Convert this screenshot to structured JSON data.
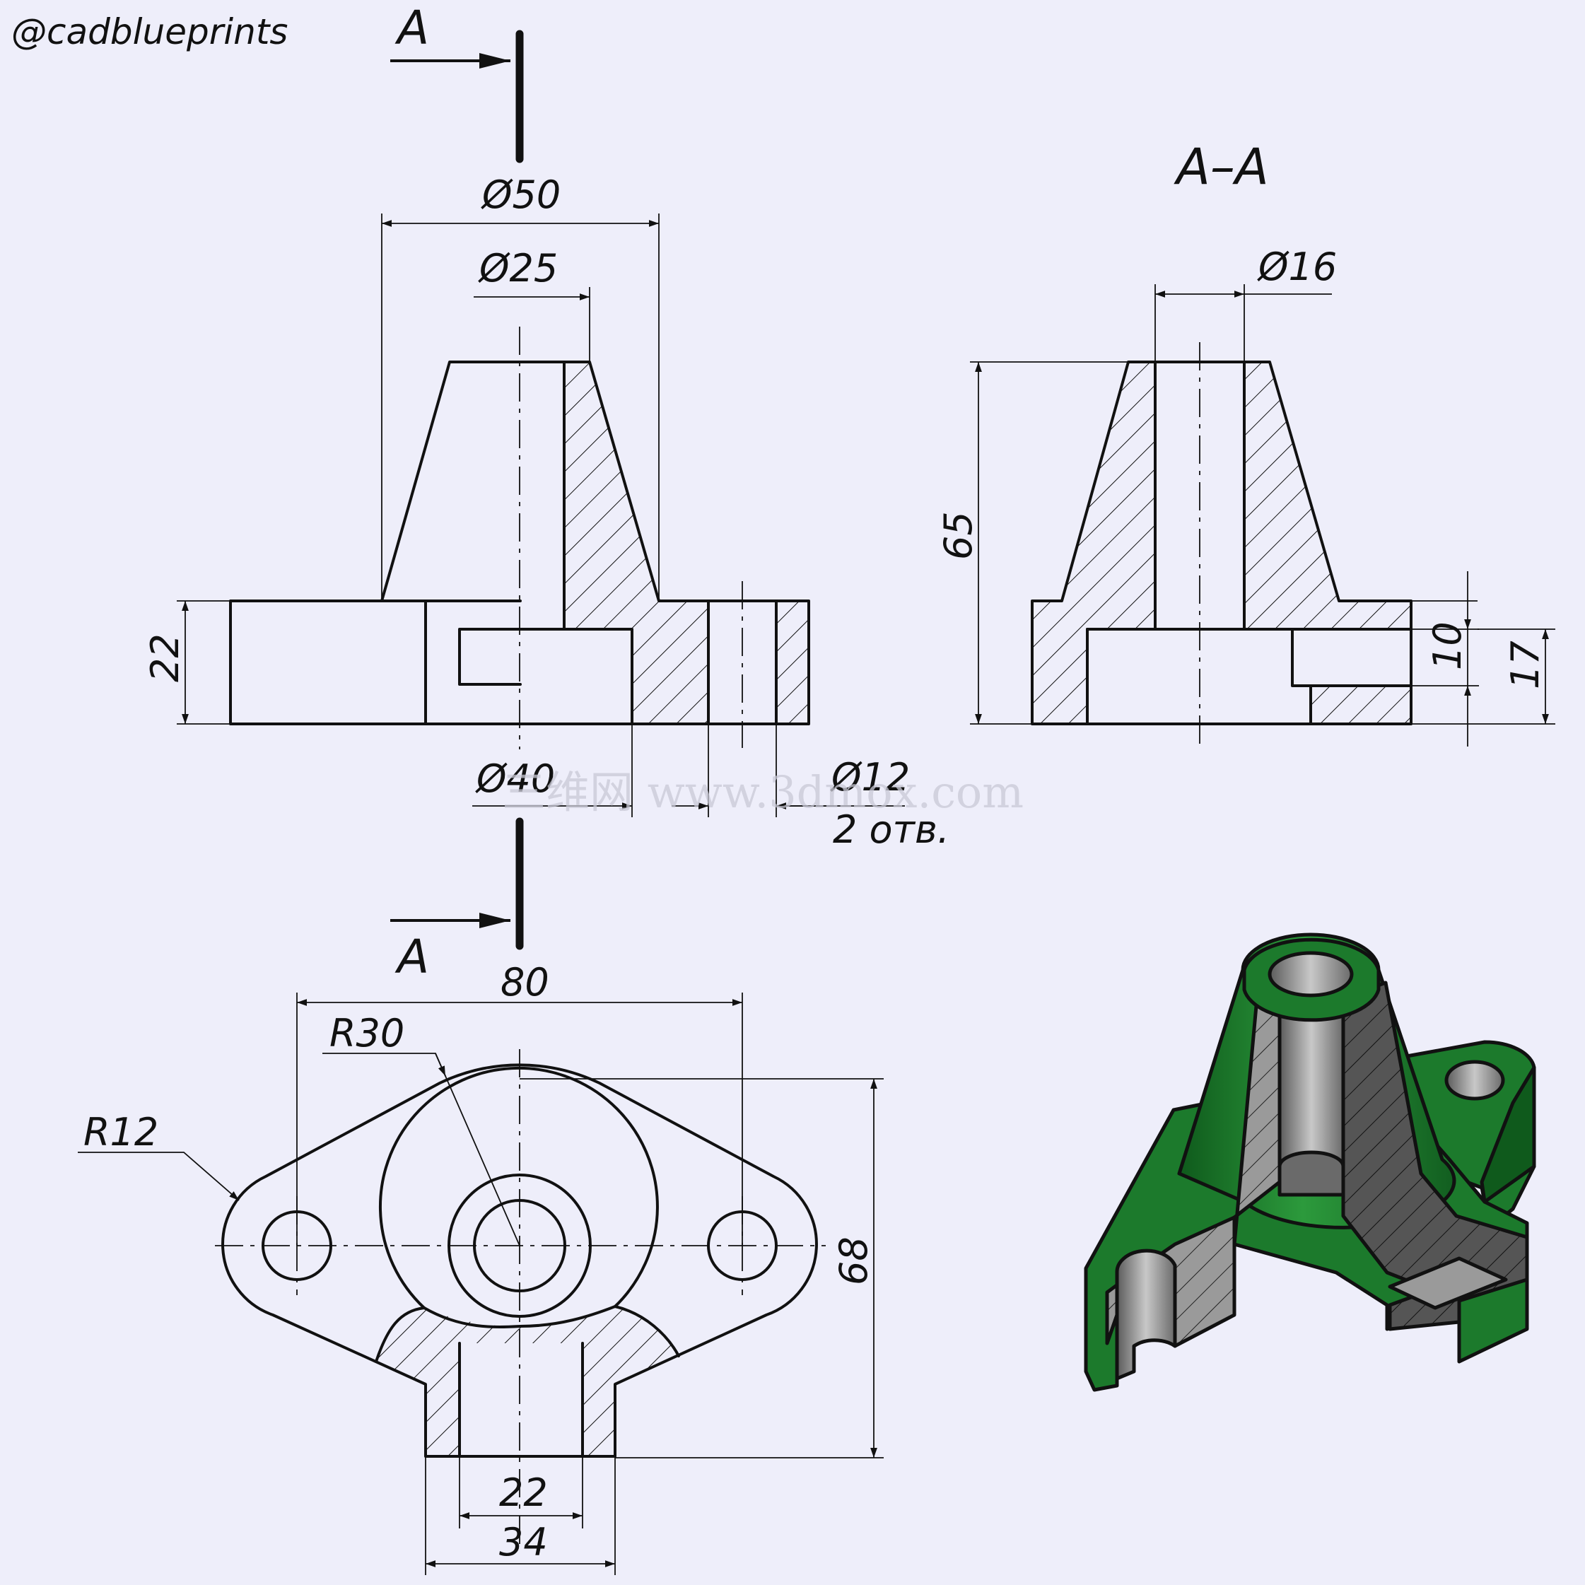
{
  "watermark_handle": "@cadblueprints",
  "section_marker": "A",
  "section_title": "A–A",
  "front_view": {
    "dim_outer_dia": "Ø50",
    "dim_top_dia": "Ø25",
    "dim_base_height": "22",
    "dim_recess_dia": "Ø40",
    "dim_hole_dia": "Ø12",
    "dim_hole_count": "2 отв."
  },
  "section_view": {
    "dim_bore_dia": "Ø16",
    "dim_total_height": "65",
    "dim_recess_height": "10",
    "dim_flange_height": "17"
  },
  "top_view": {
    "dim_length": "80",
    "dim_radius_large": "R30",
    "dim_radius_small": "R12",
    "dim_width": "68",
    "dim_slot_inner": "22",
    "dim_slot_outer": "34"
  },
  "overlay_watermark": "三维网 www.3dmox.com",
  "colors": {
    "background": "#eeeefa",
    "line": "#111111",
    "iso_body": "#1c7a2c",
    "iso_cut": "#8c8c8c"
  }
}
